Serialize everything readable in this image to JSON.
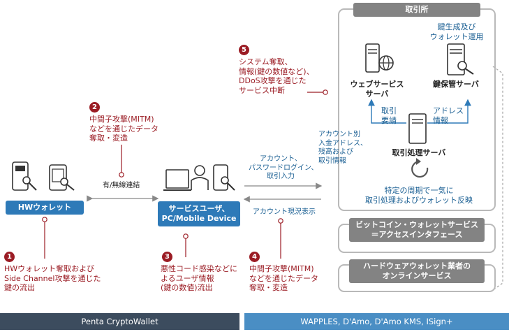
{
  "exchange": {
    "title": "取引所",
    "web_server": [
      "ウェブサービス",
      "サーバ"
    ],
    "key_server": "鍵保管サーバ",
    "key_note": [
      "鍵生成及び",
      "ウォレット運用"
    ],
    "tx_server": "取引処理サーバ",
    "label_tx_request": [
      "取引",
      "要請"
    ],
    "label_addr_info": [
      "アドレス",
      "情報"
    ],
    "periodic_note": [
      "特定の周期で一気に",
      "取引処理およびウォレット反映"
    ],
    "bitcoin_service": [
      "ビットコイン・ウォレットサービス",
      "＝アクセスインタフェース"
    ],
    "hw_vendor_service": [
      "ハードウェアウォレット業者の",
      "オンラインサービス"
    ]
  },
  "hw_wallet_label": "HWウォレット",
  "user_label": [
    "サービスユーザ、",
    "PC/Mobile Device"
  ],
  "link_label": "有/無線連結",
  "account_in": [
    "アカウント、",
    "パスワードログイン、",
    "取引入力"
  ],
  "account_out": "アカウント現況表示",
  "account_detail": [
    "アカウント別",
    "入金アドレス、",
    "残高および",
    "取引情報"
  ],
  "threats": [
    {
      "num": "1",
      "lines": [
        "HWウォレット奪取および",
        "Side Channel攻撃を通じた",
        "鍵の流出"
      ]
    },
    {
      "num": "2",
      "lines": [
        "中間子攻撃(MITM)",
        "などを通じたデータ",
        "奪取・変造"
      ]
    },
    {
      "num": "3",
      "lines": [
        "悪性コード感染などに",
        "よるユーザ情報",
        "(鍵の数値)流出"
      ]
    },
    {
      "num": "4",
      "lines": [
        "中間子攻撃(MITM)",
        "などを通じたデータ",
        "奪取・変造"
      ]
    },
    {
      "num": "5",
      "lines": [
        "システム奪取、",
        "情報(鍵の数値など)、",
        "DDoS攻撃を通じた",
        "サービス中断"
      ]
    }
  ],
  "footer_left": "Penta CryptoWallet",
  "footer_right": "WAPPLES, D'Amo, D'Amo KMS, ISign+",
  "colors": {
    "red": "#9b1c24",
    "blue": "#2e7ab8",
    "grey": "#838383",
    "footer_left": "#3c4c5e",
    "footer_right": "#4a8ec4"
  }
}
